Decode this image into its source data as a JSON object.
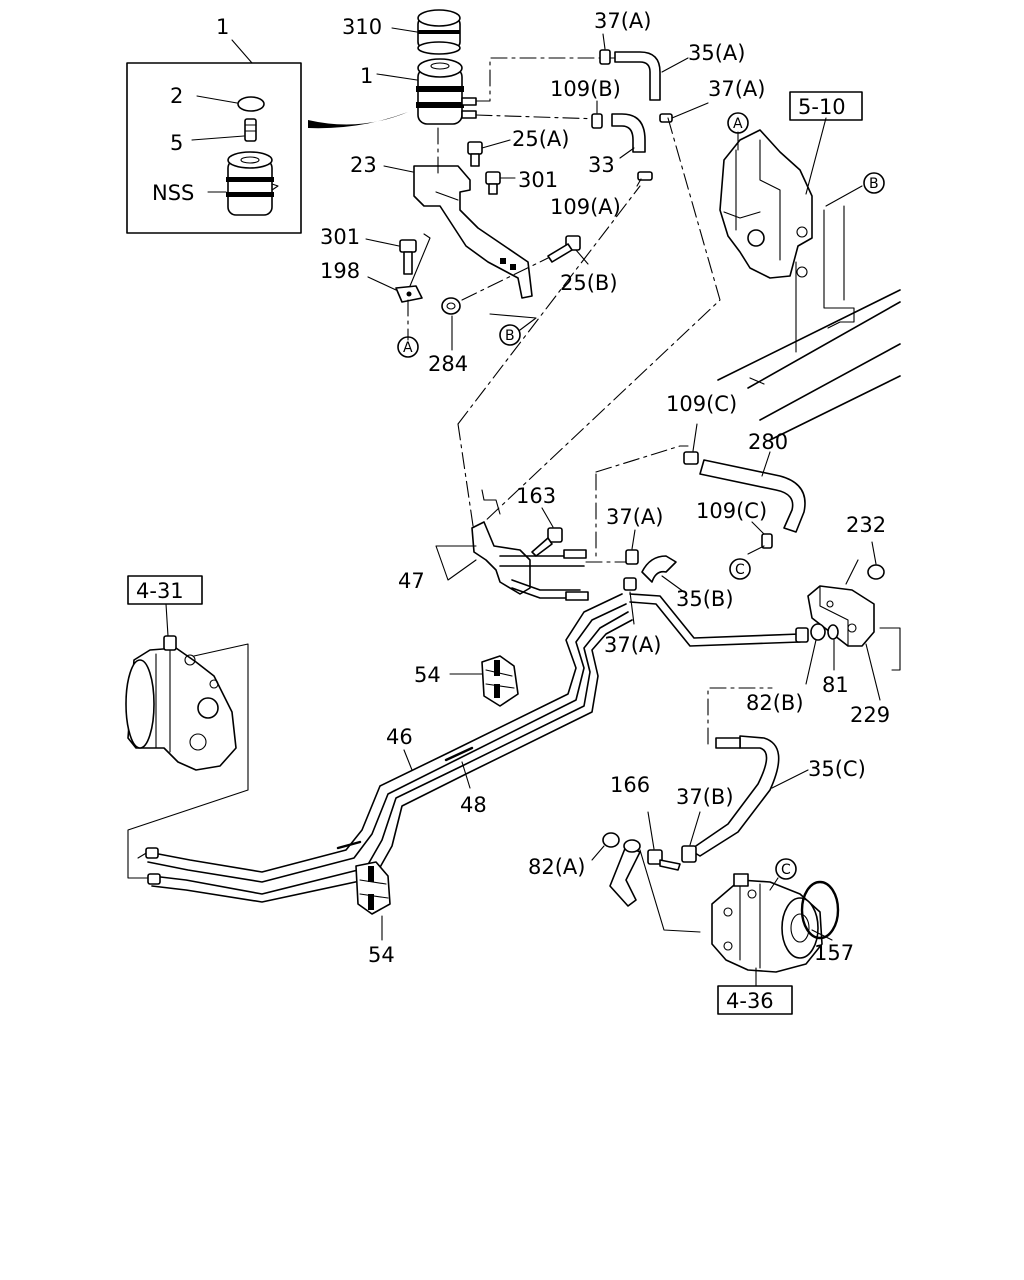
{
  "labels": {
    "l1_top": "1",
    "l310": "310",
    "l37a_top": "37(A)",
    "l35a": "35(A)",
    "l1_res": "1",
    "l109b": "109(B)",
    "l37a_right": "37(A)",
    "l2": "2",
    "l5": "5",
    "lnss": "NSS",
    "l25a": "25(A)",
    "l23": "23",
    "l33": "33",
    "l301_a": "301",
    "l109a": "109(A)",
    "l301_b": "301",
    "l198": "198",
    "l25b": "25(B)",
    "l284": "284",
    "l109c_a": "109(C)",
    "l280": "280",
    "l163": "163",
    "l37a_mid": "37(A)",
    "l109c_b": "109(C)",
    "l232": "232",
    "l47": "47",
    "l35b": "35(B)",
    "l37a_low": "37(A)",
    "l54_a": "54",
    "l82b": "82(B)",
    "l81": "81",
    "l229": "229",
    "l46": "46",
    "l35c": "35(C)",
    "l48": "48",
    "l166": "166",
    "l37b": "37(B)",
    "l82a": "82(A)",
    "l157": "157",
    "l54_b": "54"
  },
  "refs": {
    "r510": "5-10",
    "r431": "4-31",
    "r436": "4-36"
  },
  "markers": {
    "a": "A",
    "b": "B",
    "c": "C"
  }
}
